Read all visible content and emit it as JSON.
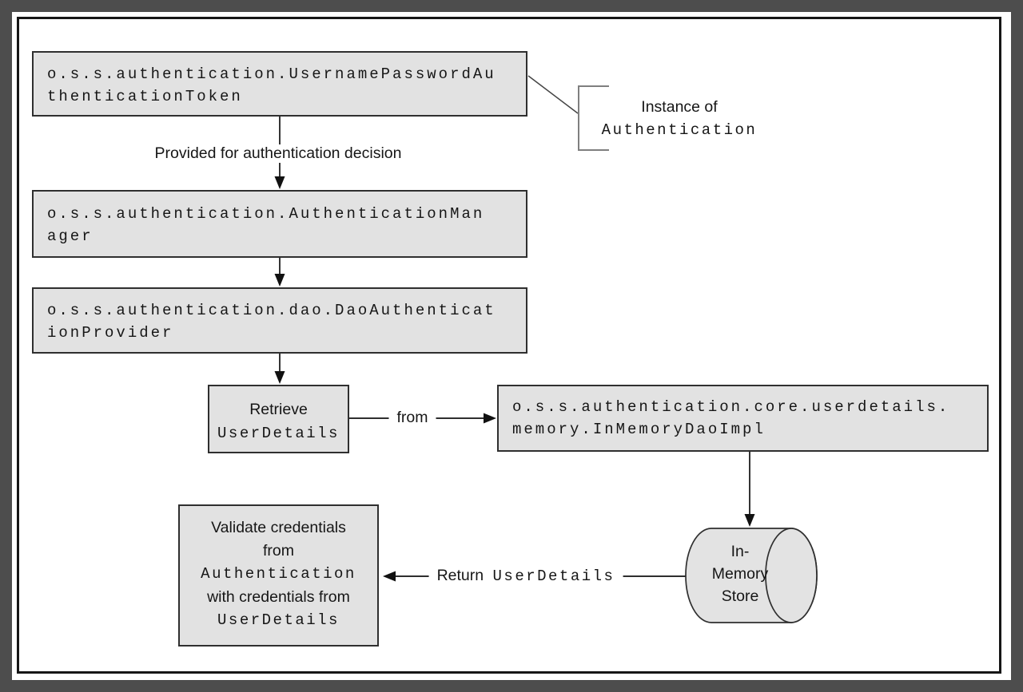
{
  "colors": {
    "c-bg": "#4d4d4d",
    "c-card": "#ffffff",
    "c-card-border": "#161616",
    "c-box-fill": "#e2e2e2",
    "c-box-border": "#2f2f2f",
    "c-line": "#111111",
    "c-bracket": "#7f7f7f",
    "c-text": "#161616"
  },
  "boxes": {
    "token": {
      "line1": "o.s.s.authentication.UsernamePasswordAu",
      "line2": "thenticationToken"
    },
    "manager": {
      "line1": "o.s.s.authentication.AuthenticationMan",
      "line2": "ager"
    },
    "provider": {
      "line1": "o.s.s.authentication.dao.DaoAuthenticat",
      "line2": "ionProvider"
    },
    "retrieve": {
      "line1": "Retrieve",
      "line2": "UserDetails"
    },
    "inmemory_dao": {
      "line1": "o.s.s.authentication.core.userdetails.",
      "line2": "memory.InMemoryDaoImpl"
    },
    "validate": {
      "line1": "Validate credentials",
      "line2": "from",
      "line3": "Authentication",
      "line4": "with credentials from",
      "line5": "UserDetails"
    }
  },
  "labels": {
    "provided": "Provided for authentication decision",
    "instance_line1": "Instance of",
    "instance_line2": "Authentication",
    "from": "from",
    "return_prefix": "Return",
    "return_code": "UserDetails"
  },
  "cylinder": {
    "line1": "In-",
    "line2": "Memory",
    "line3": "Store"
  }
}
